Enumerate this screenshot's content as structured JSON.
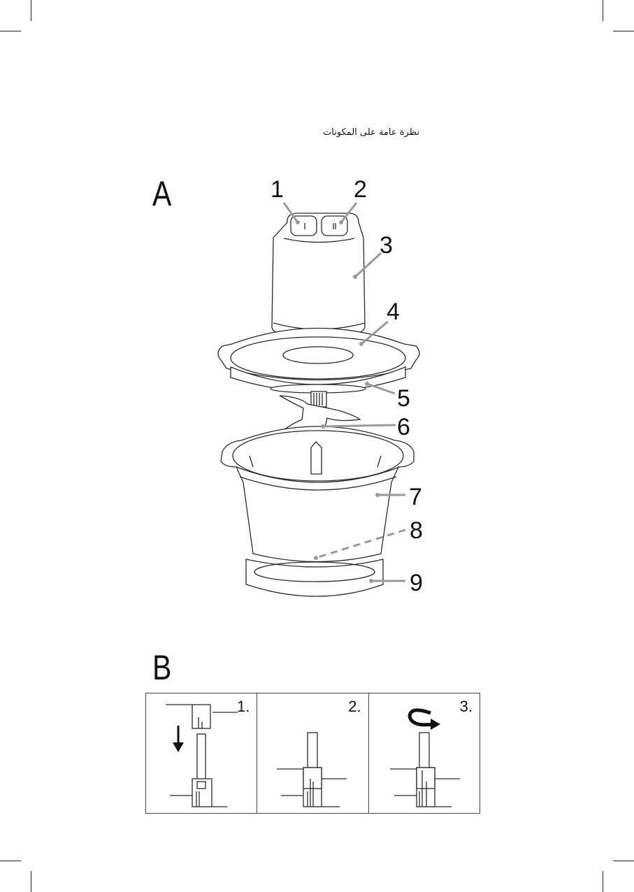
{
  "page": {
    "heading": "نظرة عامة على المكونات"
  },
  "section_a": {
    "letter": "A",
    "callouts": [
      "1",
      "2",
      "3",
      "4",
      "5",
      "6",
      "7",
      "8",
      "9"
    ]
  },
  "section_b": {
    "letter": "B",
    "steps": [
      {
        "number": "1."
      },
      {
        "number": "2."
      },
      {
        "number": "3."
      }
    ]
  },
  "colors": {
    "line": "#2a2a2a",
    "leader": "#9a9a9a",
    "fill": "#ffffff"
  }
}
